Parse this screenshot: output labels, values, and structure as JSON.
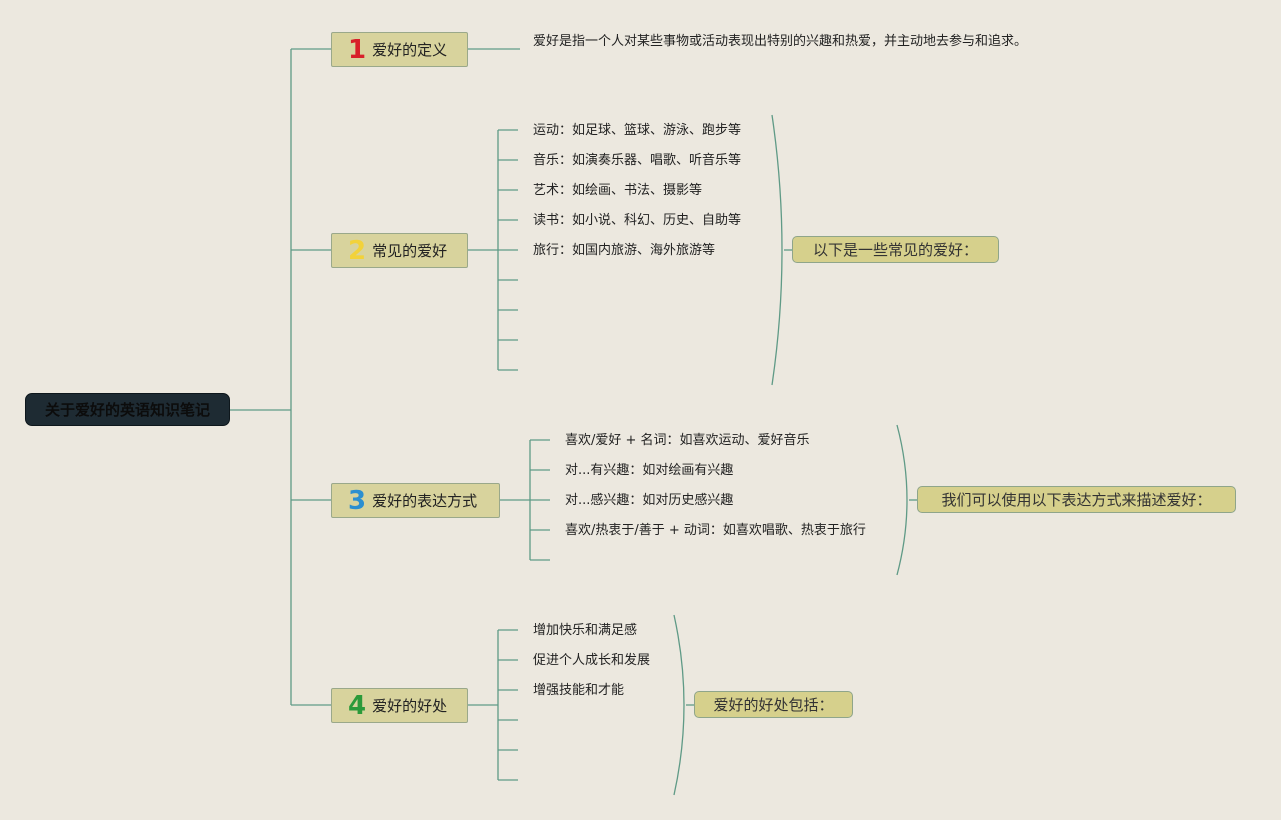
{
  "root": {
    "title": "关于爱好的英语知识笔记"
  },
  "branches": [
    {
      "num": "1",
      "num_color": "#d8202a",
      "label": "爱好的定义"
    },
    {
      "num": "2",
      "num_color": "#f2d23a",
      "label": "常见的爱好"
    },
    {
      "num": "3",
      "num_color": "#2b8fd0",
      "label": "爱好的表达方式"
    },
    {
      "num": "4",
      "num_color": "#2c9a3a",
      "label": "爱好的好处"
    }
  ],
  "definition": {
    "text": "爱好是指一个人对某些事物或活动表现出特别的兴趣和热爱，并主动地去参与和追求。"
  },
  "common": {
    "items": [
      "运动：如足球、篮球、游泳、跑步等",
      "音乐：如演奏乐器、唱歌、听音乐等",
      "艺术：如绘画、书法、摄影等",
      "读书：如小说、科幻、历史、自助等",
      "旅行：如国内旅游、海外旅游等"
    ],
    "summary": "以下是一些常见的爱好："
  },
  "expressions": {
    "items": [
      "喜欢/爱好 + 名词：如喜欢运动、爱好音乐",
      "对...有兴趣：如对绘画有兴趣",
      "对...感兴趣：如对历史感兴趣",
      "喜欢/热衷于/善于 + 动词：如喜欢唱歌、热衷于旅行"
    ],
    "summary": "我们可以使用以下表达方式来描述爱好："
  },
  "benefits": {
    "items": [
      "增加快乐和满足感",
      "促进个人成长和发展",
      "增强技能和才能"
    ],
    "summary": "爱好的好处包括："
  }
}
